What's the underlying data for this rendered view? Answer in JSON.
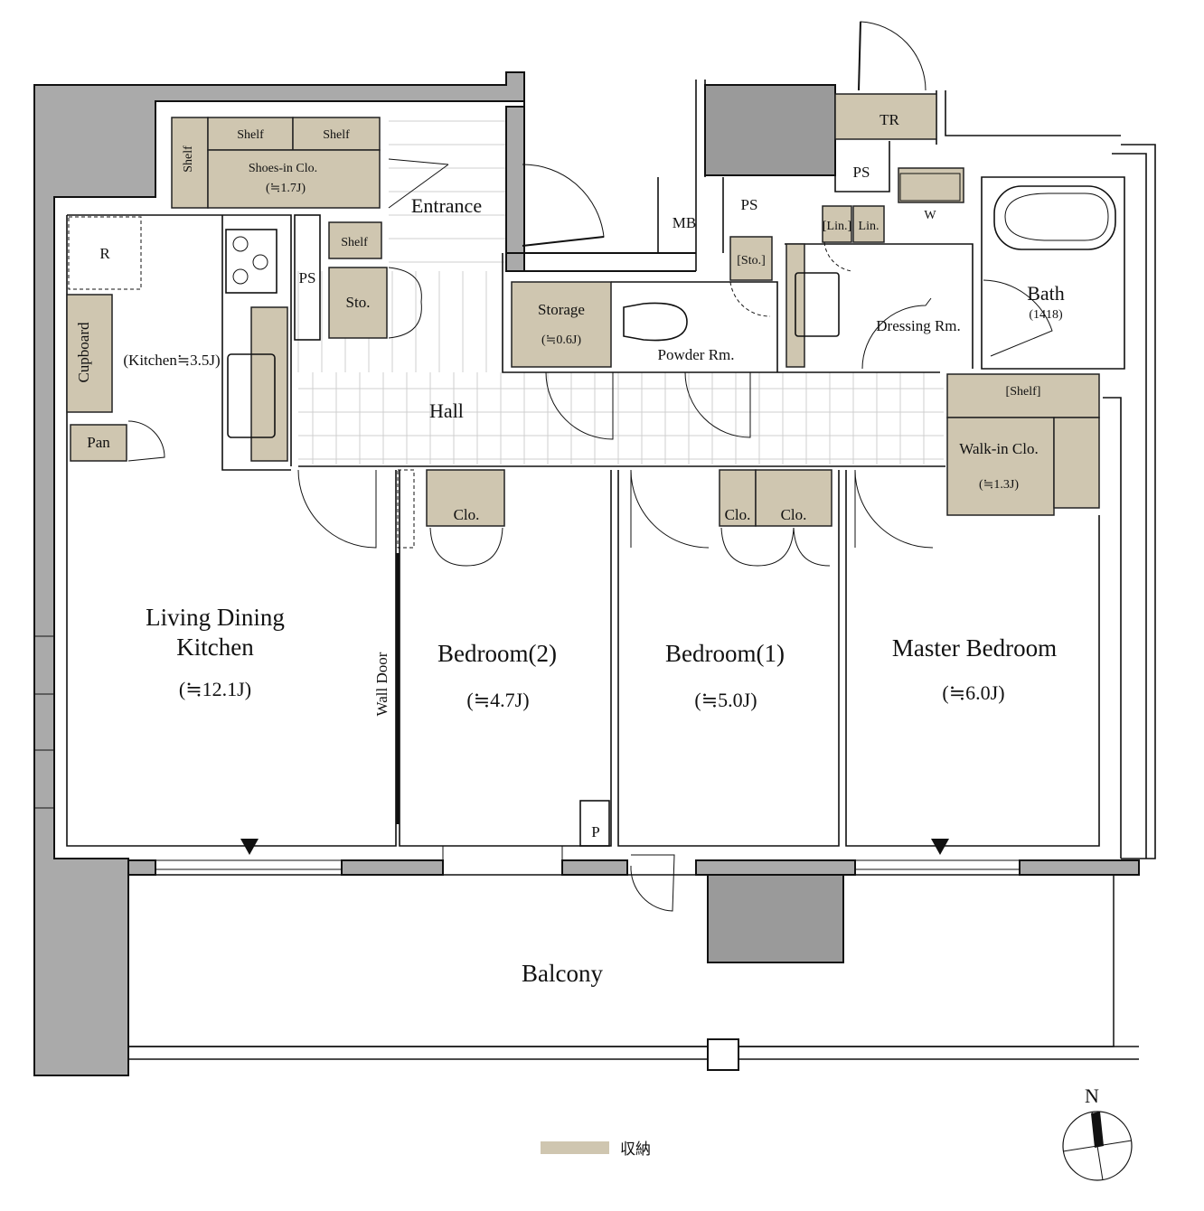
{
  "rooms": {
    "shelf_1": "Shelf",
    "shelf_2": "Shelf",
    "shelf_side": "Shelf",
    "shelf_entrance": "Shelf",
    "shoes_clo": "Shoes-in Clo.",
    "shoes_clo_size": "(≒1.7J)",
    "entrance": "Entrance",
    "refrigerator": "R",
    "ps_kitchen": "PS",
    "sto_kitchen": "Sto.",
    "cupboard": "Cupboard",
    "kitchen": "(Kitchen≒3.5J)",
    "pan": "Pan",
    "hall": "Hall",
    "storage": "Storage",
    "storage_size": "(≒0.6J)",
    "powder_rm": "Powder Rm.",
    "mb": "MB",
    "ps_hall": "PS",
    "ps_bath": "PS",
    "tr": "TR",
    "sto_powder": "[Sto.]",
    "lin_1": "[Lin.]",
    "lin_2": "Lin.",
    "washer": "W",
    "dressing_rm": "Dressing Rm.",
    "bath": "Bath",
    "bath_size": "(1418)",
    "shelf_walkin": "[Shelf]",
    "walkin_clo": "Walk-in Clo.",
    "walkin_size": "(≒1.3J)",
    "clo_1": "Clo.",
    "clo_2": "Clo.",
    "clo_3": "Clo.",
    "ldk_line1": "Living Dining",
    "ldk_line2": "Kitchen",
    "ldk_size": "(≒12.1J)",
    "wall_door": "Wall Door",
    "bedroom2": "Bedroom(2)",
    "bedroom2_size": "(≒4.7J)",
    "bedroom1": "Bedroom(1)",
    "bedroom1_size": "(≒5.0J)",
    "master": "Master Bedroom",
    "master_size": "(≒6.0J)",
    "pipe": "P",
    "balcony": "Balcony"
  },
  "compass": {
    "north": "N"
  },
  "legend": {
    "label": "収納",
    "swatch_color": "#cfc6b0"
  },
  "colors": {
    "storage": "#cfc6b0",
    "wall": "#aaaaaa",
    "structure": "#9a9a9a"
  }
}
